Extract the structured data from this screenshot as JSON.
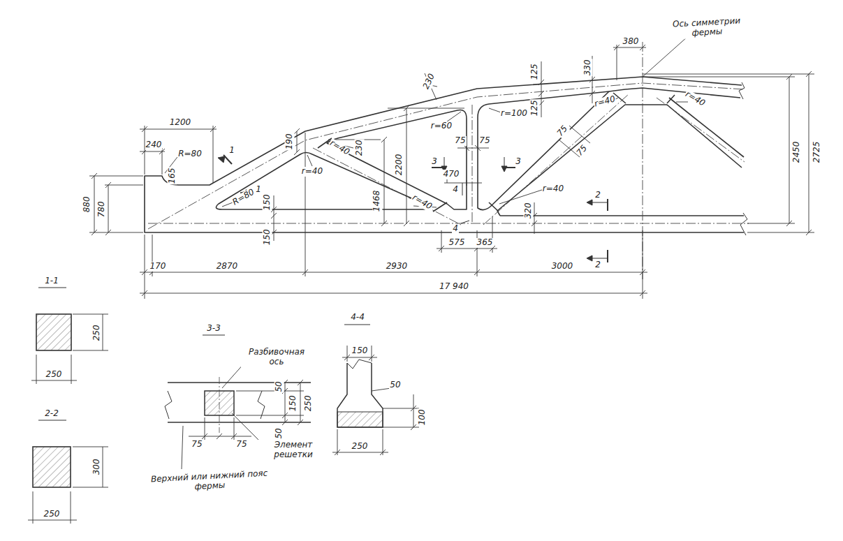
{
  "diagram": {
    "labels": [
      "Ось симметрии фермы",
      "380",
      "330",
      "125",
      "125",
      "230",
      "r=100",
      "r=60",
      "r=40",
      "r=40",
      "2725",
      "2450",
      "1200",
      "240",
      "R=80",
      "165",
      "190",
      "1",
      "r=40",
      "r=40",
      "230",
      "2200",
      "75",
      "75",
      "3",
      "3",
      "1468",
      "470",
      "4",
      "r=40",
      "4",
      "r=40",
      "2",
      "75",
      "75",
      "320",
      "880",
      "780",
      "R=80",
      "1",
      "150",
      "150",
      "170",
      "2870",
      "2930",
      "3000",
      "575",
      "365",
      "2",
      "17 940",
      "1-1",
      "250",
      "250",
      "2-2",
      "300",
      "250",
      "3-3",
      "Разбивочная ось",
      "50",
      "150",
      "250",
      "50",
      "75",
      "75",
      "Элемент решетки",
      "Верхний или нижний пояс фермы",
      "4-4",
      "150",
      "50",
      "100",
      "250"
    ]
  }
}
